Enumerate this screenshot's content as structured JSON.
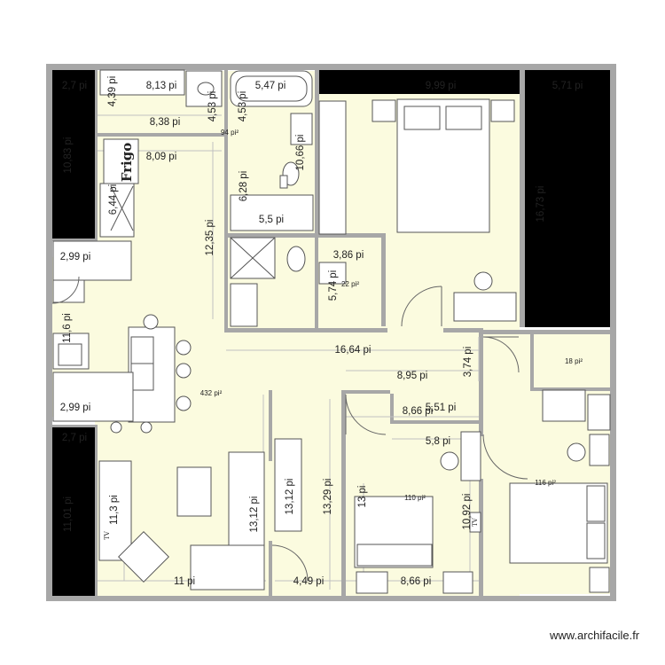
{
  "plan": {
    "colors": {
      "floor": "#fbfbdf",
      "wall": "#a7a7a7",
      "black_block": "#000000",
      "furniture_stroke": "#555555",
      "dim_line": "#bbbbbb"
    },
    "labels": {
      "dim_2_7_top": "2,7 pi",
      "dim_4_39": "4,39 pi",
      "dim_8_13": "8,13 pi",
      "dim_4_53_a": "4,53 pi",
      "dim_4_53_b": "4,53 pi",
      "dim_5_47": "5,47 pi",
      "dim_9_99": "9,99 pi",
      "dim_5_71": "5,71 pi",
      "dim_8_38": "8,38 pi",
      "dim_10_66_bath": "10,66 pi",
      "dim_8_09": "8,09 pi",
      "dim_10_83": "10,83 pi",
      "dim_6_44": "6,44 pi",
      "dim_6_28": "6,28 pi",
      "dim_5_5": "5,5 pi",
      "dim_16_73": "16,73 pi",
      "dim_12_35": "12,35 pi",
      "dim_3_86": "3,86 pi",
      "dim_5_74": "5,74 pi",
      "dim_2_99_a": "2,99 pi",
      "dim_11_6": "11,6 pi",
      "dim_16_64": "16,64 pi",
      "dim_3_74": "3,74 pi",
      "dim_8_95": "8,95 pi",
      "dim_2_99_b": "2,99 pi",
      "dim_8_66_a": "8,66 pi",
      "dim_5_51": "5,51 pi",
      "dim_5_8": "5,8 pi",
      "dim_2_7_mid": "2,7 pi",
      "dim_11_01": "11,01 pi",
      "dim_11_3": "11,3 pi",
      "dim_13_12_a": "13,12 pi",
      "dim_13_12_b": "13,12 pi",
      "dim_13_29": "13,29 pi",
      "dim_13": "13 pi",
      "dim_10_92": "10,92 pi",
      "dim_11": "11 pi",
      "dim_4_49": "4,49 pi",
      "dim_8_66_b": "8,66 pi",
      "area_94": "94 pi²",
      "area_22": "22 pi²",
      "area_432": "432 pi²",
      "area_18": "18 pi²",
      "area_110": "110 pi²",
      "area_116": "116 pi²",
      "frigo": "Frigo",
      "tv_left": "TV",
      "tv_right": "TV"
    },
    "watermark": "www.archifacile.fr"
  }
}
